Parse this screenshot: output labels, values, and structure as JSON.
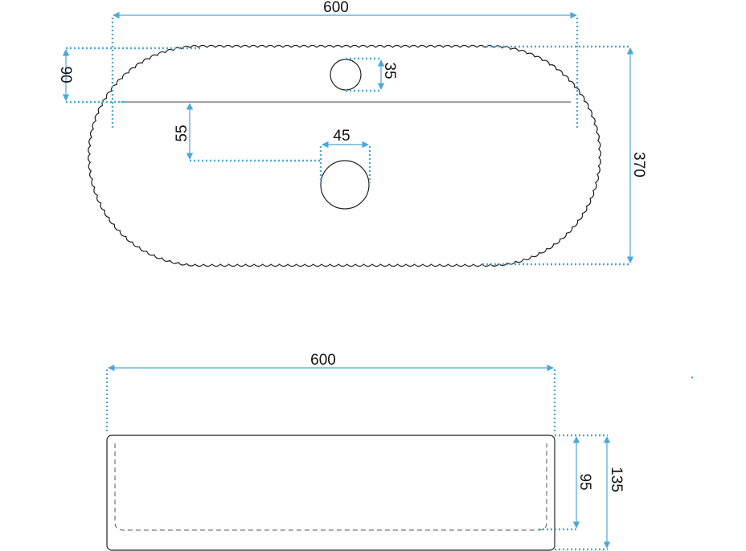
{
  "colors": {
    "dimension": "#4aa8d8",
    "outline": "#222222",
    "text": "#111111"
  },
  "top_view": {
    "overall_width": "600",
    "overall_depth": "370",
    "tap_hole_offset": "90",
    "tap_hole_diameter": "35",
    "drain_offset": "55",
    "drain_diameter": "45"
  },
  "side_view": {
    "overall_width": "600",
    "inner_depth": "95",
    "overall_height": "135"
  }
}
